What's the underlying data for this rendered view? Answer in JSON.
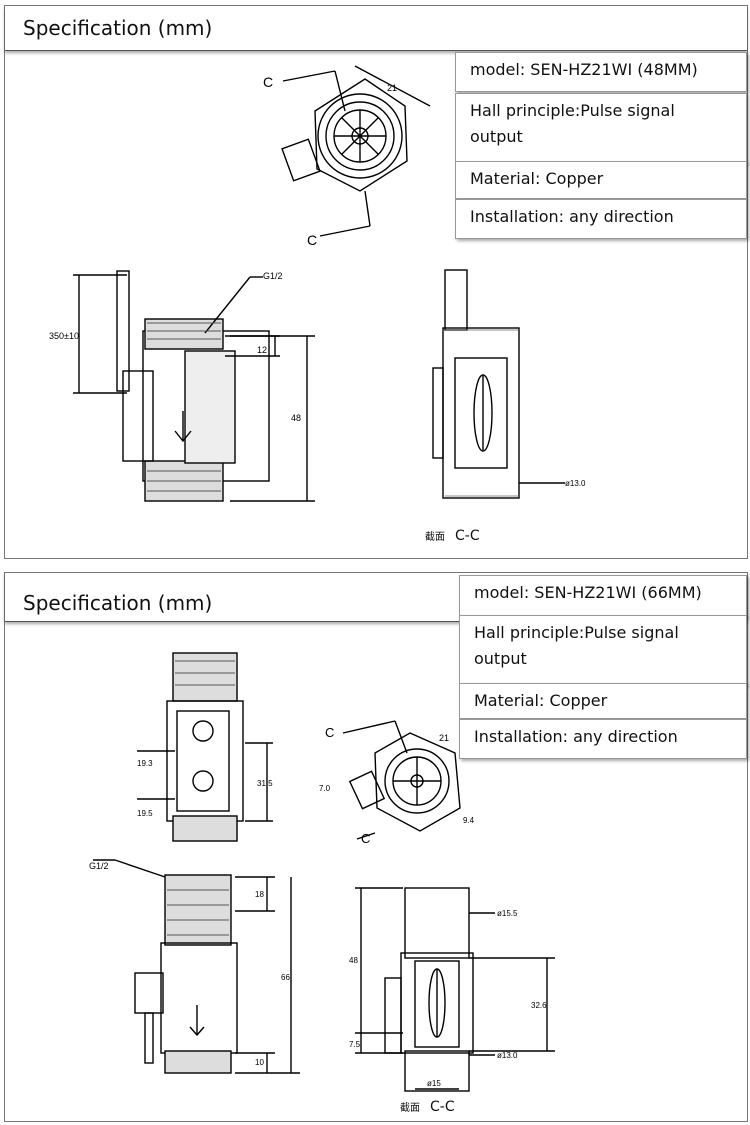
{
  "panel1": {
    "title": "Specification (mm)",
    "specs": [
      "model: SEN-HZ21WI (48MM)",
      "Hall  principle:Pulse signal output",
      "Material: Copper",
      "Installation: any direction"
    ],
    "dims": {
      "c": "C",
      "d21": "21",
      "g": "G1/2",
      "cable": "350±10",
      "d12": "12",
      "d48": "48",
      "d13": "ø13.0"
    },
    "caption_zh": "截面",
    "caption": "C-C"
  },
  "panel2": {
    "title": "Specification (mm)",
    "specs": [
      "model: SEN-HZ21WI (66MM)",
      "Hall  principle:Pulse signal output",
      "Material: Copper",
      "Installation: any direction"
    ],
    "dims": {
      "c": "C",
      "d21": "21",
      "d7": "7.0",
      "d94": "9.4",
      "d193": "19.3",
      "d315": "31.5",
      "d195": "19.5",
      "g": "G1/2",
      "d18": "18",
      "d66": "66",
      "d10": "10",
      "d48": "48",
      "d155": "ø15.5",
      "d326": "32.6",
      "d75": "7.5",
      "d13": "ø13.0",
      "d15": "ø15"
    },
    "caption_zh": "截面",
    "caption": "C-C"
  }
}
